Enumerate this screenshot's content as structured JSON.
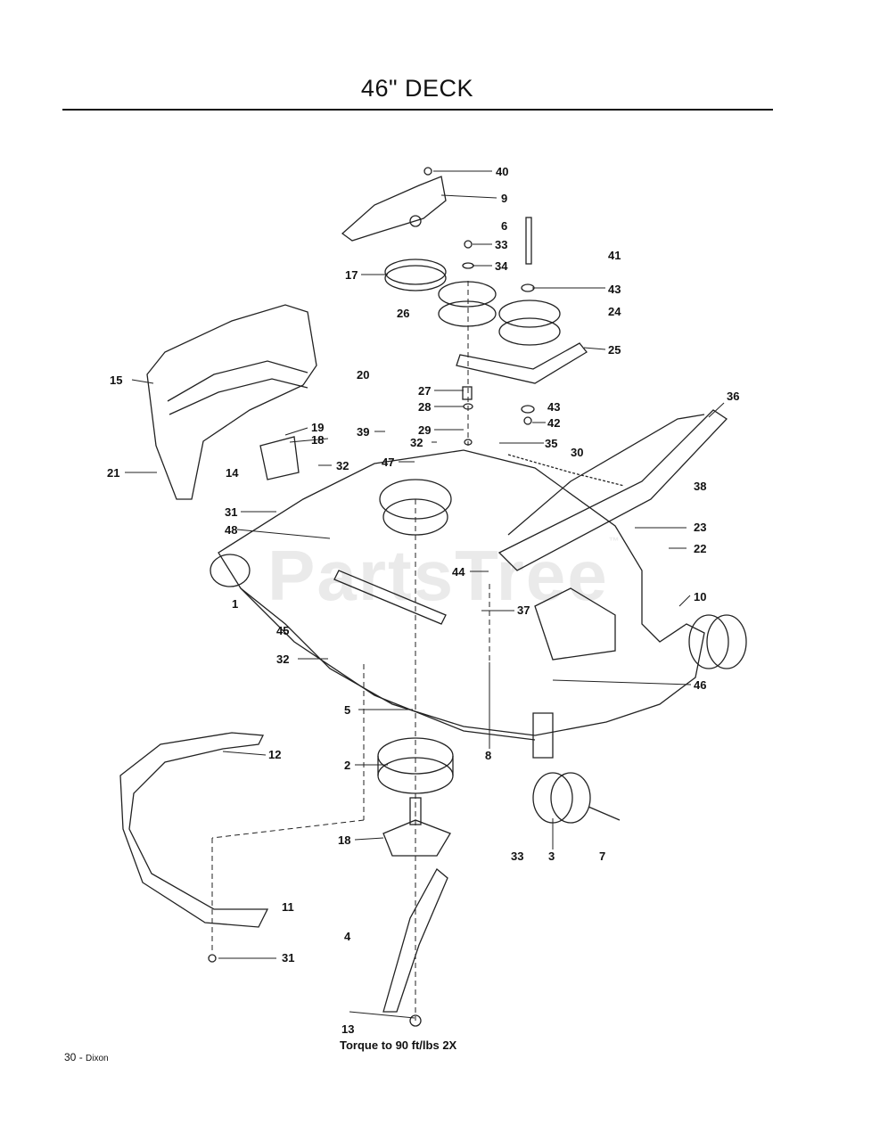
{
  "page": {
    "title": "46\" DECK",
    "torque_note": "Torque to 90 ft/lbs 2X",
    "footer_page": "30",
    "footer_separator": " - ",
    "footer_brand": "Dixon",
    "watermark": "PartsTree",
    "watermark_tm": "™"
  },
  "callouts": [
    {
      "id": "c40a",
      "label": "40"
    },
    {
      "id": "c9",
      "label": "9"
    },
    {
      "id": "c6",
      "label": "6"
    },
    {
      "id": "c33a",
      "label": "33"
    },
    {
      "id": "c34",
      "label": "34"
    },
    {
      "id": "c41",
      "label": "41"
    },
    {
      "id": "c17a",
      "label": "17"
    },
    {
      "id": "c43a",
      "label": "43"
    },
    {
      "id": "c26",
      "label": "26"
    },
    {
      "id": "c24",
      "label": "24"
    },
    {
      "id": "c25",
      "label": "25"
    },
    {
      "id": "c15",
      "label": "15"
    },
    {
      "id": "c20",
      "label": "20"
    },
    {
      "id": "c27",
      "label": "27"
    },
    {
      "id": "c36",
      "label": "36"
    },
    {
      "id": "c28",
      "label": "28"
    },
    {
      "id": "c43b",
      "label": "43"
    },
    {
      "id": "c42",
      "label": "42"
    },
    {
      "id": "c19",
      "label": "19"
    },
    {
      "id": "c39",
      "label": "39"
    },
    {
      "id": "c29",
      "label": "29"
    },
    {
      "id": "c18a",
      "label": "18"
    },
    {
      "id": "c32a",
      "label": "32"
    },
    {
      "id": "c35",
      "label": "35"
    },
    {
      "id": "c30",
      "label": "30"
    },
    {
      "id": "c21",
      "label": "21"
    },
    {
      "id": "c14",
      "label": "14"
    },
    {
      "id": "c32b",
      "label": "32"
    },
    {
      "id": "c47",
      "label": "47"
    },
    {
      "id": "c38",
      "label": "38"
    },
    {
      "id": "c31a",
      "label": "31"
    },
    {
      "id": "c23",
      "label": "23"
    },
    {
      "id": "c48",
      "label": "48"
    },
    {
      "id": "c22",
      "label": "22"
    },
    {
      "id": "c44",
      "label": "44"
    },
    {
      "id": "c1",
      "label": "1"
    },
    {
      "id": "c10",
      "label": "10"
    },
    {
      "id": "c37",
      "label": "37"
    },
    {
      "id": "c45",
      "label": "45"
    },
    {
      "id": "c32c",
      "label": "32"
    },
    {
      "id": "c46",
      "label": "46"
    },
    {
      "id": "c5",
      "label": "5"
    },
    {
      "id": "c8",
      "label": "8"
    },
    {
      "id": "c12",
      "label": "12"
    },
    {
      "id": "c2",
      "label": "2"
    },
    {
      "id": "c18b",
      "label": "18"
    },
    {
      "id": "c33b",
      "label": "33"
    },
    {
      "id": "c3",
      "label": "3"
    },
    {
      "id": "c7",
      "label": "7"
    },
    {
      "id": "c11",
      "label": "11"
    },
    {
      "id": "c4",
      "label": "4"
    },
    {
      "id": "c31b",
      "label": "31"
    },
    {
      "id": "c13",
      "label": "13"
    }
  ]
}
